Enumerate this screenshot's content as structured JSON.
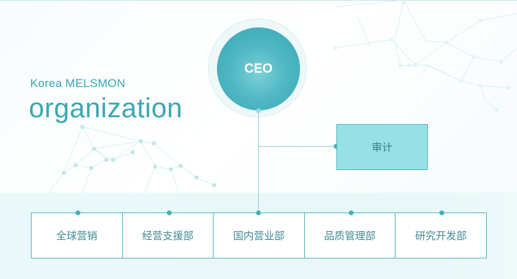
{
  "header": {
    "subtitle": "Korea MELSMON",
    "title": "organization"
  },
  "chart": {
    "root": {
      "label": "CEO",
      "color": "#4fb7c3"
    },
    "side_node": {
      "label": "审计",
      "color": "#96e1e6"
    },
    "departments": [
      {
        "label": "全球营销"
      },
      {
        "label": "经营支援部"
      },
      {
        "label": "国内营业部"
      },
      {
        "label": "品质管理部"
      },
      {
        "label": "研究开发部"
      }
    ],
    "line_color": "#8fd0d8",
    "accent": "#3aa6b3"
  }
}
